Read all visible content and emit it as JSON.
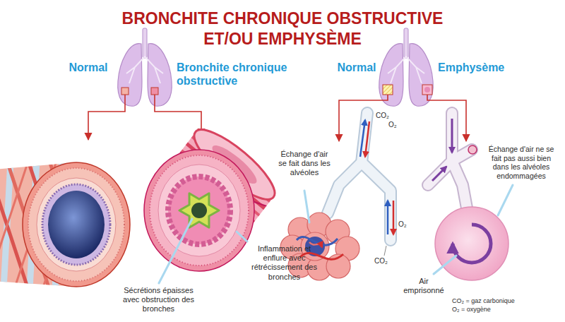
{
  "diagram": {
    "title": "BRONCHITE CHRONIQUE OBSTRUCTIVE ET/OU EMPHYSÈME",
    "labels": [
      "Normal",
      "Bronchite chronique obstructive",
      "Normal",
      "Emphysème",
      "CO₂",
      "O₂",
      "Échange d'air se fait dans les alvéoles",
      "Échange d'air ne se fait pas aussi bien dans les alvéoles endommagées",
      "O₂",
      "CO₂",
      "Inflammation et enflure avec rétrécissement des bronches",
      "Sécrétions épaisses avec obstruction des bronches",
      "Air emprisonné",
      "CO₂ = gaz carbonique",
      "O₂ = oxygène"
    ]
  }
}
